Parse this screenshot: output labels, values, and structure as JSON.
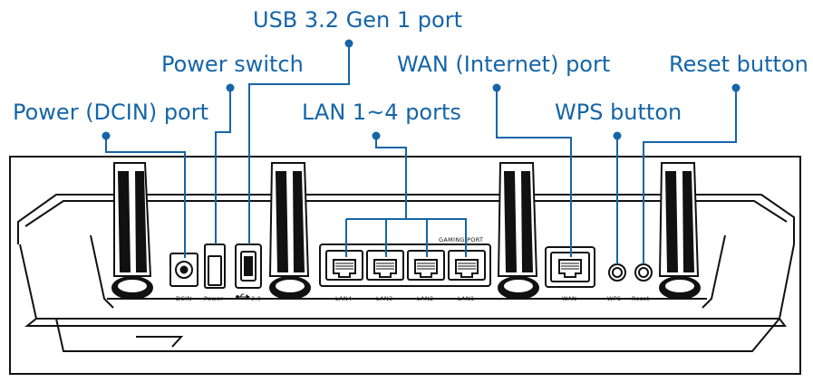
{
  "callouts": {
    "power_dcin": "Power (DCIN) port",
    "power_switch": "Power switch",
    "usb": "USB 3.2 Gen 1 port",
    "lan": "LAN 1~4 ports",
    "wan": "WAN (Internet) port",
    "wps": "WPS button",
    "reset": "Reset button"
  },
  "panel_labels": {
    "dcin": "DCIN",
    "power": "Power",
    "usb_version": "3.0",
    "gaming_port": "GAMING PORT",
    "lan4": "LAN4",
    "lan3": "LAN3",
    "lan2": "LAN2",
    "lan1": "LAN1",
    "wan": "WAN",
    "wps": "WPS",
    "reset": "Reset"
  },
  "colors": {
    "callout": "#1565a8",
    "outline": "#111111",
    "panel_fill": "#ffffff"
  },
  "icons": {
    "usb_symbol": "usb-icon"
  }
}
